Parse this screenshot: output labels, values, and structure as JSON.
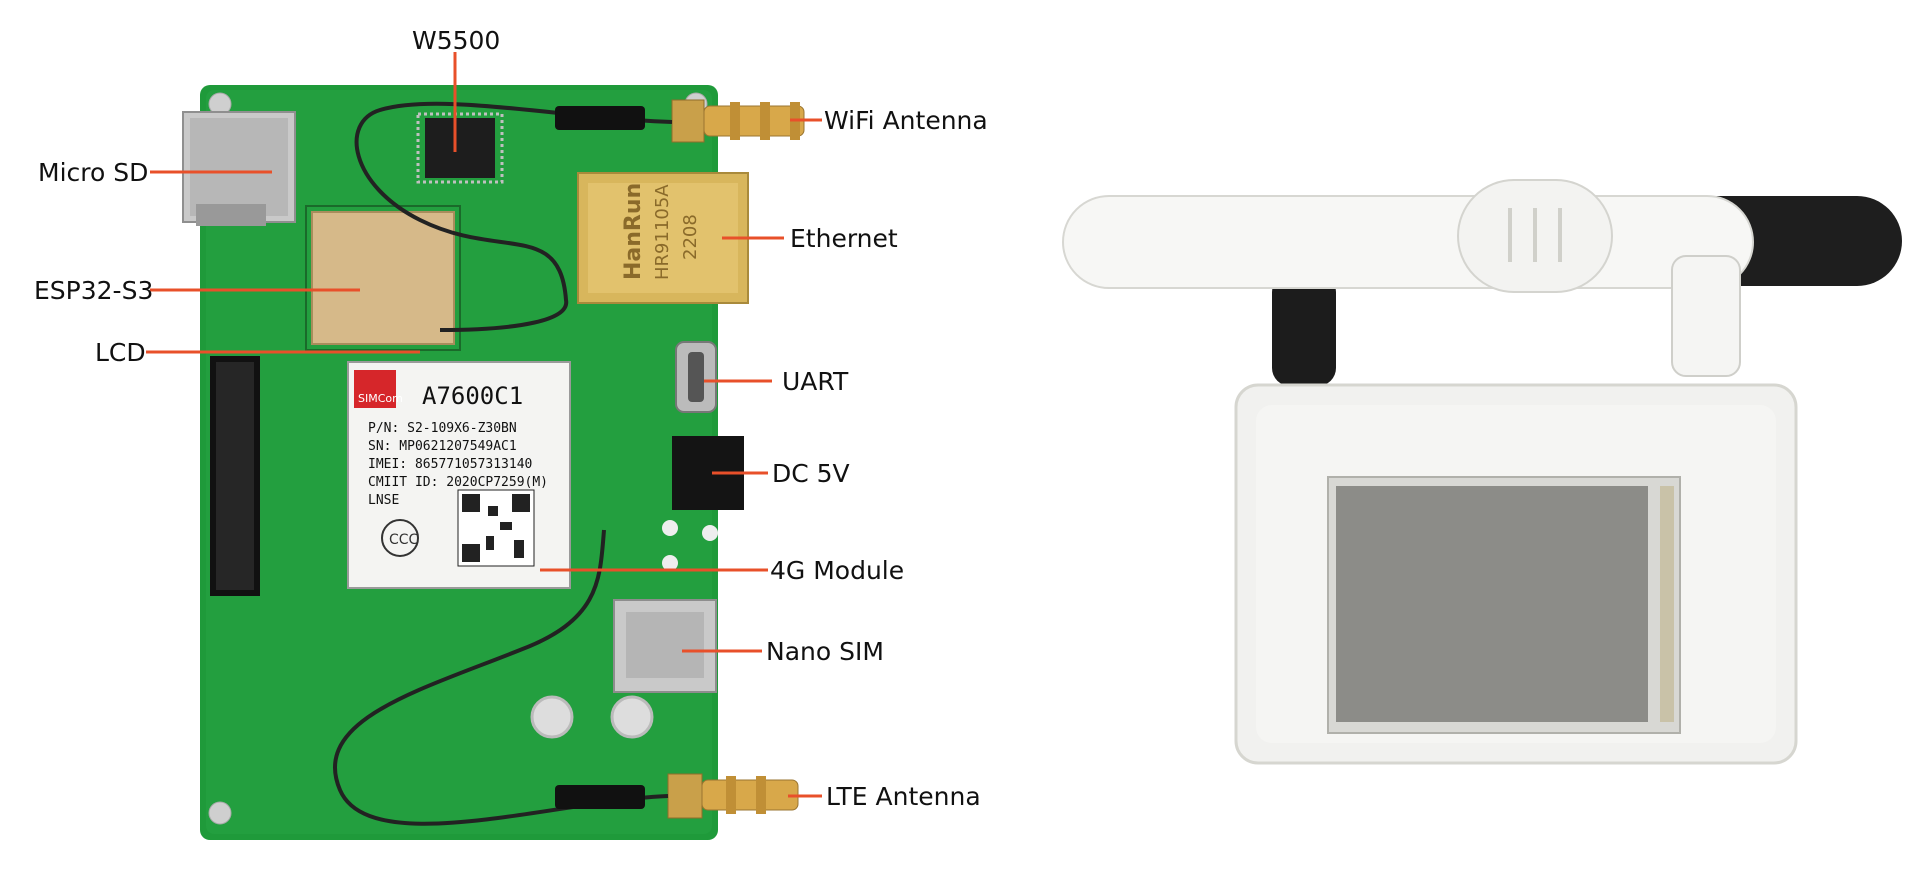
{
  "labels": {
    "w5500": "W5500",
    "wifi_antenna": "WiFi Antenna",
    "micro_sd": "Micro SD",
    "ethernet": "Ethernet",
    "esp32": "ESP32-S3",
    "lcd": "LCD",
    "uart": "UART",
    "dc5v": "DC 5V",
    "module4g": "4G Module",
    "nano_sim": "Nano SIM",
    "lte_antenna": "LTE Antenna"
  },
  "module_print": {
    "brand": "SIMCom",
    "model": "A7600C1",
    "pn": "P/N: S2-109X6-Z30BN",
    "sn": "SN: MP0621207549AC1",
    "imei": "IMEI: 865771057313140",
    "cmiit": "CMIIT ID: 2020CP7259(M)",
    "lnse": "LNSE"
  },
  "ethernet_print": {
    "brand": "HanRun",
    "part": "HR91105A",
    "date": "2208"
  },
  "colors": {
    "pcb": "#1f9a3a",
    "pcb_dark": "#167a2c",
    "leader": "#e8502a",
    "gold": "#d8a84a",
    "enclosure": "#f2f2f0",
    "screen": "#8c8c88"
  }
}
